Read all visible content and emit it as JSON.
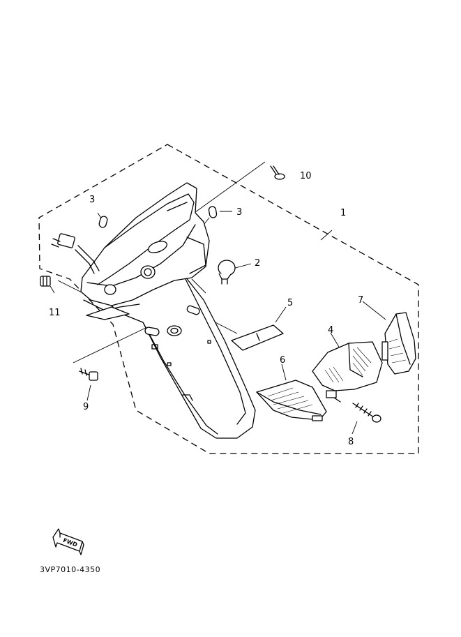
{
  "diagram": {
    "part_number": "3VP7010-4350",
    "direction_arrow_label": "FWD",
    "callouts": [
      {
        "id": "1",
        "label": "1",
        "part": "rear-fender-lamp-assembly"
      },
      {
        "id": "2",
        "label": "2",
        "part": "bulb"
      },
      {
        "id": "3a",
        "label": "3",
        "part": "bulb-small-left"
      },
      {
        "id": "3b",
        "label": "3",
        "part": "bulb-small-right"
      },
      {
        "id": "4",
        "label": "4",
        "part": "tail-lamp-lens"
      },
      {
        "id": "5",
        "label": "5",
        "part": "reflector"
      },
      {
        "id": "6",
        "label": "6",
        "part": "turn-signal-lens-left"
      },
      {
        "id": "7",
        "label": "7",
        "part": "turn-signal-lens-right"
      },
      {
        "id": "8",
        "label": "8",
        "part": "screw"
      },
      {
        "id": "9",
        "label": "9",
        "part": "bolt"
      },
      {
        "id": "10",
        "label": "10",
        "part": "clip"
      },
      {
        "id": "11",
        "label": "11",
        "part": "grommet"
      }
    ]
  }
}
